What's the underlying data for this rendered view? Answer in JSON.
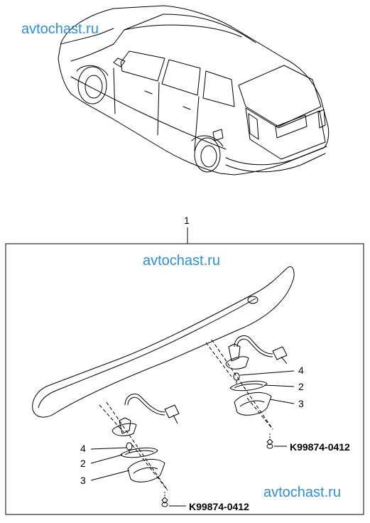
{
  "watermarks": [
    "avtochast.ru",
    "avtochast.ru",
    "avtochast.ru"
  ],
  "assembly_number": "1",
  "callouts_right": [
    "4",
    "2",
    "3"
  ],
  "callouts_left": [
    "4",
    "2",
    "3"
  ],
  "part_numbers": [
    "K99874-0412",
    "K99874-0412"
  ],
  "colors": {
    "watermark": "#2f8fd6",
    "line": "#000000"
  }
}
